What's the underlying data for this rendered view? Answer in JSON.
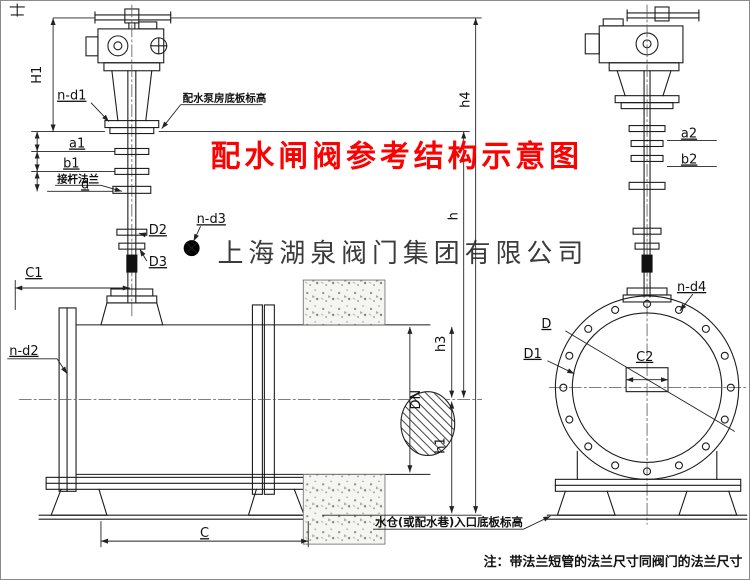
{
  "header": {
    "title": "配水闸阀参考结构示意图",
    "watermark": "上海湖泉阀门集团有限公司"
  },
  "footer": {
    "note": "注：带法兰短管的法兰尺寸同阀门的法兰尺寸"
  },
  "callouts": {
    "pump_room_floor": "配水泵房底板标高",
    "stem_flange": "接杆法兰",
    "inlet_floor": "水仓(或配水巷)入口底板标高"
  },
  "dims": {
    "H1": "H1",
    "n_d1": "n-d1",
    "a1": "a1",
    "b1": "b1",
    "d": "d",
    "D2": "D2",
    "n_d3": "n-d3",
    "D3": "D3",
    "C1": "C1",
    "n_d2": "n-d2",
    "C": "C",
    "DN": "DN",
    "h1": "h1",
    "h3": "h3",
    "h": "h",
    "h4": "h4",
    "a2": "a2",
    "b2": "b2",
    "n_d4": "n-d4",
    "D": "D",
    "D1": "D1",
    "C2": "C2"
  },
  "colors": {
    "line": "#1c1c1c",
    "centerline": "#555555",
    "title": "#fe0000",
    "watermark": "#2b2b2b",
    "background": "#ffffff"
  }
}
